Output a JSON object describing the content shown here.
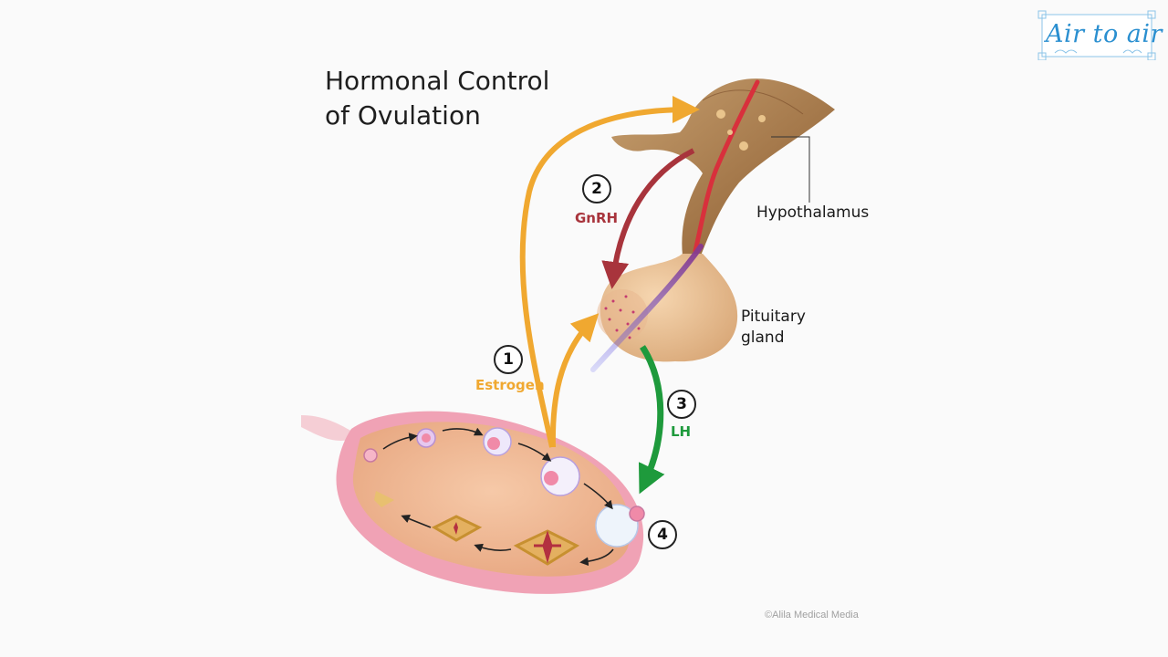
{
  "title": {
    "line1": "Hormonal Control",
    "line2": "of Ovulation"
  },
  "labels": {
    "hypothalamus": "Hypothalamus",
    "pituitary_line1": "Pituitary",
    "pituitary_line2": "gland"
  },
  "hormones": {
    "estrogen": {
      "number": "1",
      "name": "Estrogen",
      "color": "#f0a830"
    },
    "gnrh": {
      "number": "2",
      "name": "GnRH",
      "color": "#a8343c"
    },
    "lh": {
      "number": "3",
      "name": "LH",
      "color": "#1e9a3c"
    }
  },
  "ovulation_step": "4",
  "credit": "©Alila Medical Media",
  "logo": "Air to air"
}
